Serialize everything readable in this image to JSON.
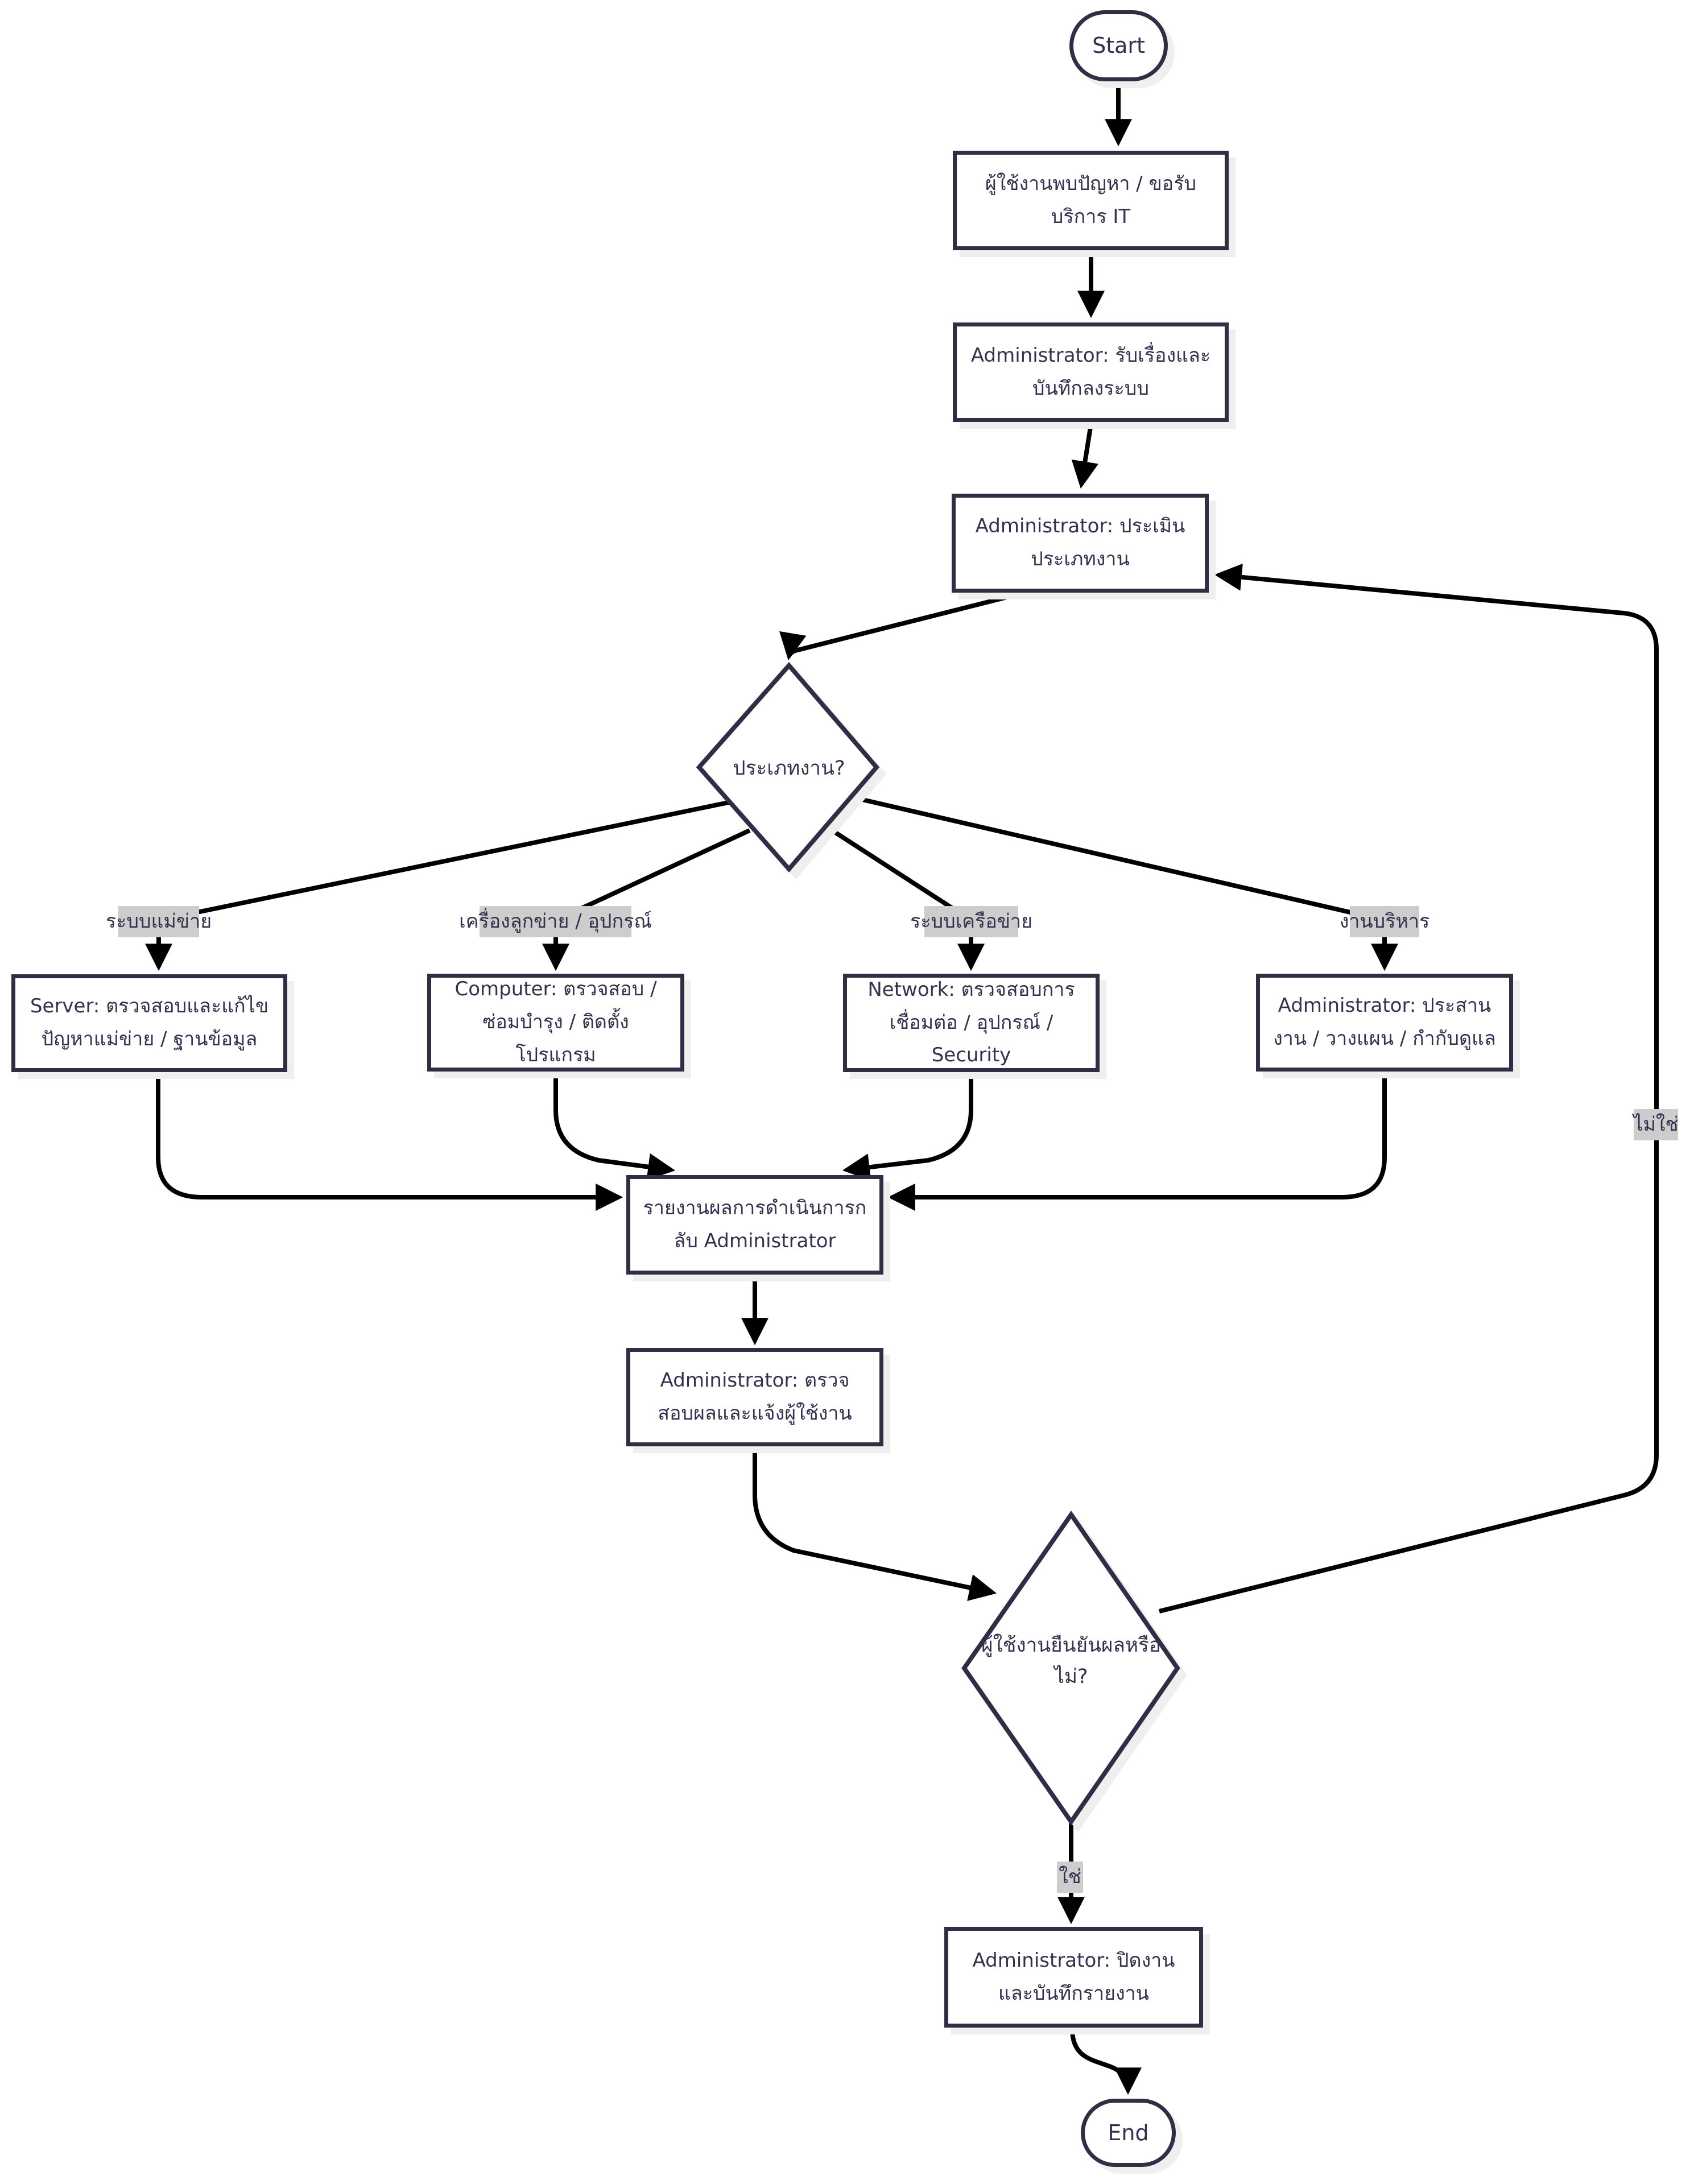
{
  "diagram": {
    "type": "flowchart",
    "language": "th",
    "nodes": {
      "start": {
        "label": "Start"
      },
      "user_request": {
        "label": "ผู้ใช้งานพบปัญหา / ขอรับบริการ IT"
      },
      "admin_receive": {
        "label": "Administrator: รับเรื่องและบันทึกลงระบบ"
      },
      "admin_assess": {
        "label": "Administrator: ประเมินประเภทงาน"
      },
      "job_type_decision": {
        "label": "ประเภทงาน?"
      },
      "server_task": {
        "label": "Server: ตรวจสอบและแก้ไขปัญหาแม่ข่าย / ฐานข้อมูล"
      },
      "computer_task": {
        "label": "Computer: ตรวจสอบ / ซ่อมบำรุง / ติดตั้งโปรแกรม"
      },
      "network_task": {
        "label": "Network: ตรวจสอบการเชื่อมต่อ / อุปกรณ์ / Security"
      },
      "admin_coordinate_task": {
        "label": "Administrator: ประสานงาน / วางแผน / กำกับดูแล"
      },
      "report_back": {
        "label": "รายงานผลการดำเนินการกลับ Administrator"
      },
      "admin_verify": {
        "label": "Administrator: ตรวจสอบผลและแจ้งผู้ใช้งาน"
      },
      "confirm_decision": {
        "label": "ผู้ใช้งานยืนยันผลหรือไม่?"
      },
      "close_job": {
        "label": "Administrator: ปิดงานและบันทึกรายงาน"
      },
      "end": {
        "label": "End"
      }
    },
    "edge_labels": {
      "server_branch": "ระบบแม่ข่าย",
      "computer_branch": "เครื่องลูกข่าย / อุปกรณ์",
      "network_branch": "ระบบเครือข่าย",
      "admin_branch": "งานบริหาร",
      "yes": "ใช่",
      "no": "ไม่ใช่"
    },
    "colors": {
      "background": "#ffffff",
      "node_fill": "#ffffff",
      "node_border": "#2e2e44",
      "node_text": "#32324e",
      "edge_stroke": "#000000",
      "edge_label_background": "#cdcdcd",
      "shadow": "#efefef"
    }
  }
}
